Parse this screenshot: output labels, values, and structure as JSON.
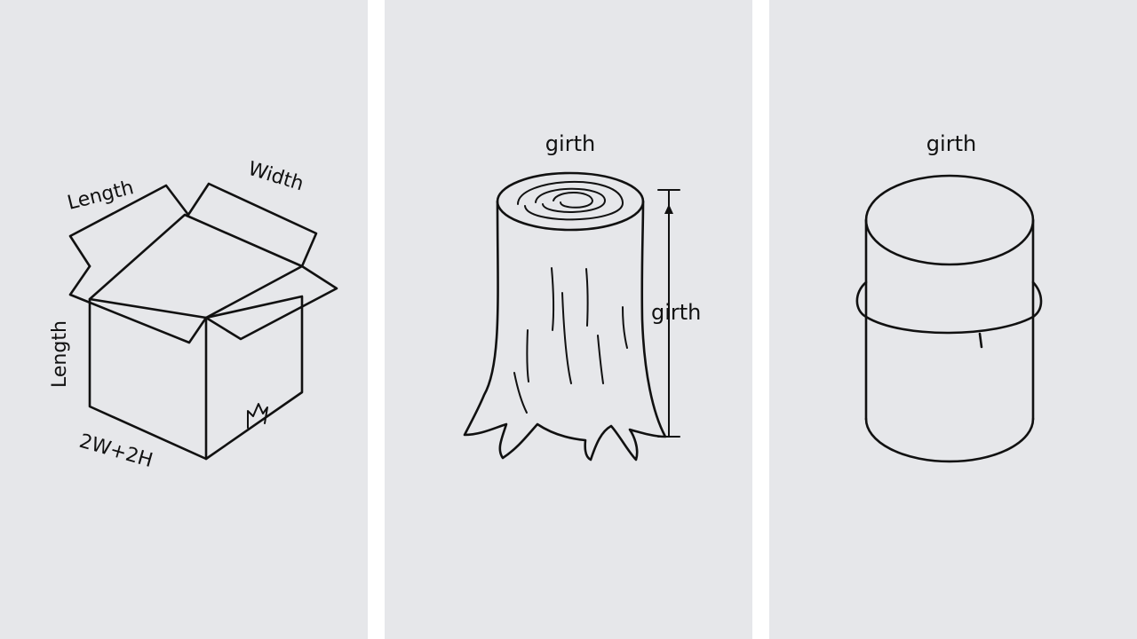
{
  "panels": {
    "box": {
      "labels": {
        "top_left": "Length",
        "top_right": "Width",
        "side": "Length",
        "formula": "2W+2H"
      }
    },
    "stump": {
      "labels": {
        "top": "girth",
        "side": "girth"
      }
    },
    "cylinder": {
      "labels": {
        "top": "girth"
      }
    }
  },
  "colors": {
    "background": "#ffffff",
    "panel": "#e6e7ea",
    "ink": "#111111"
  }
}
